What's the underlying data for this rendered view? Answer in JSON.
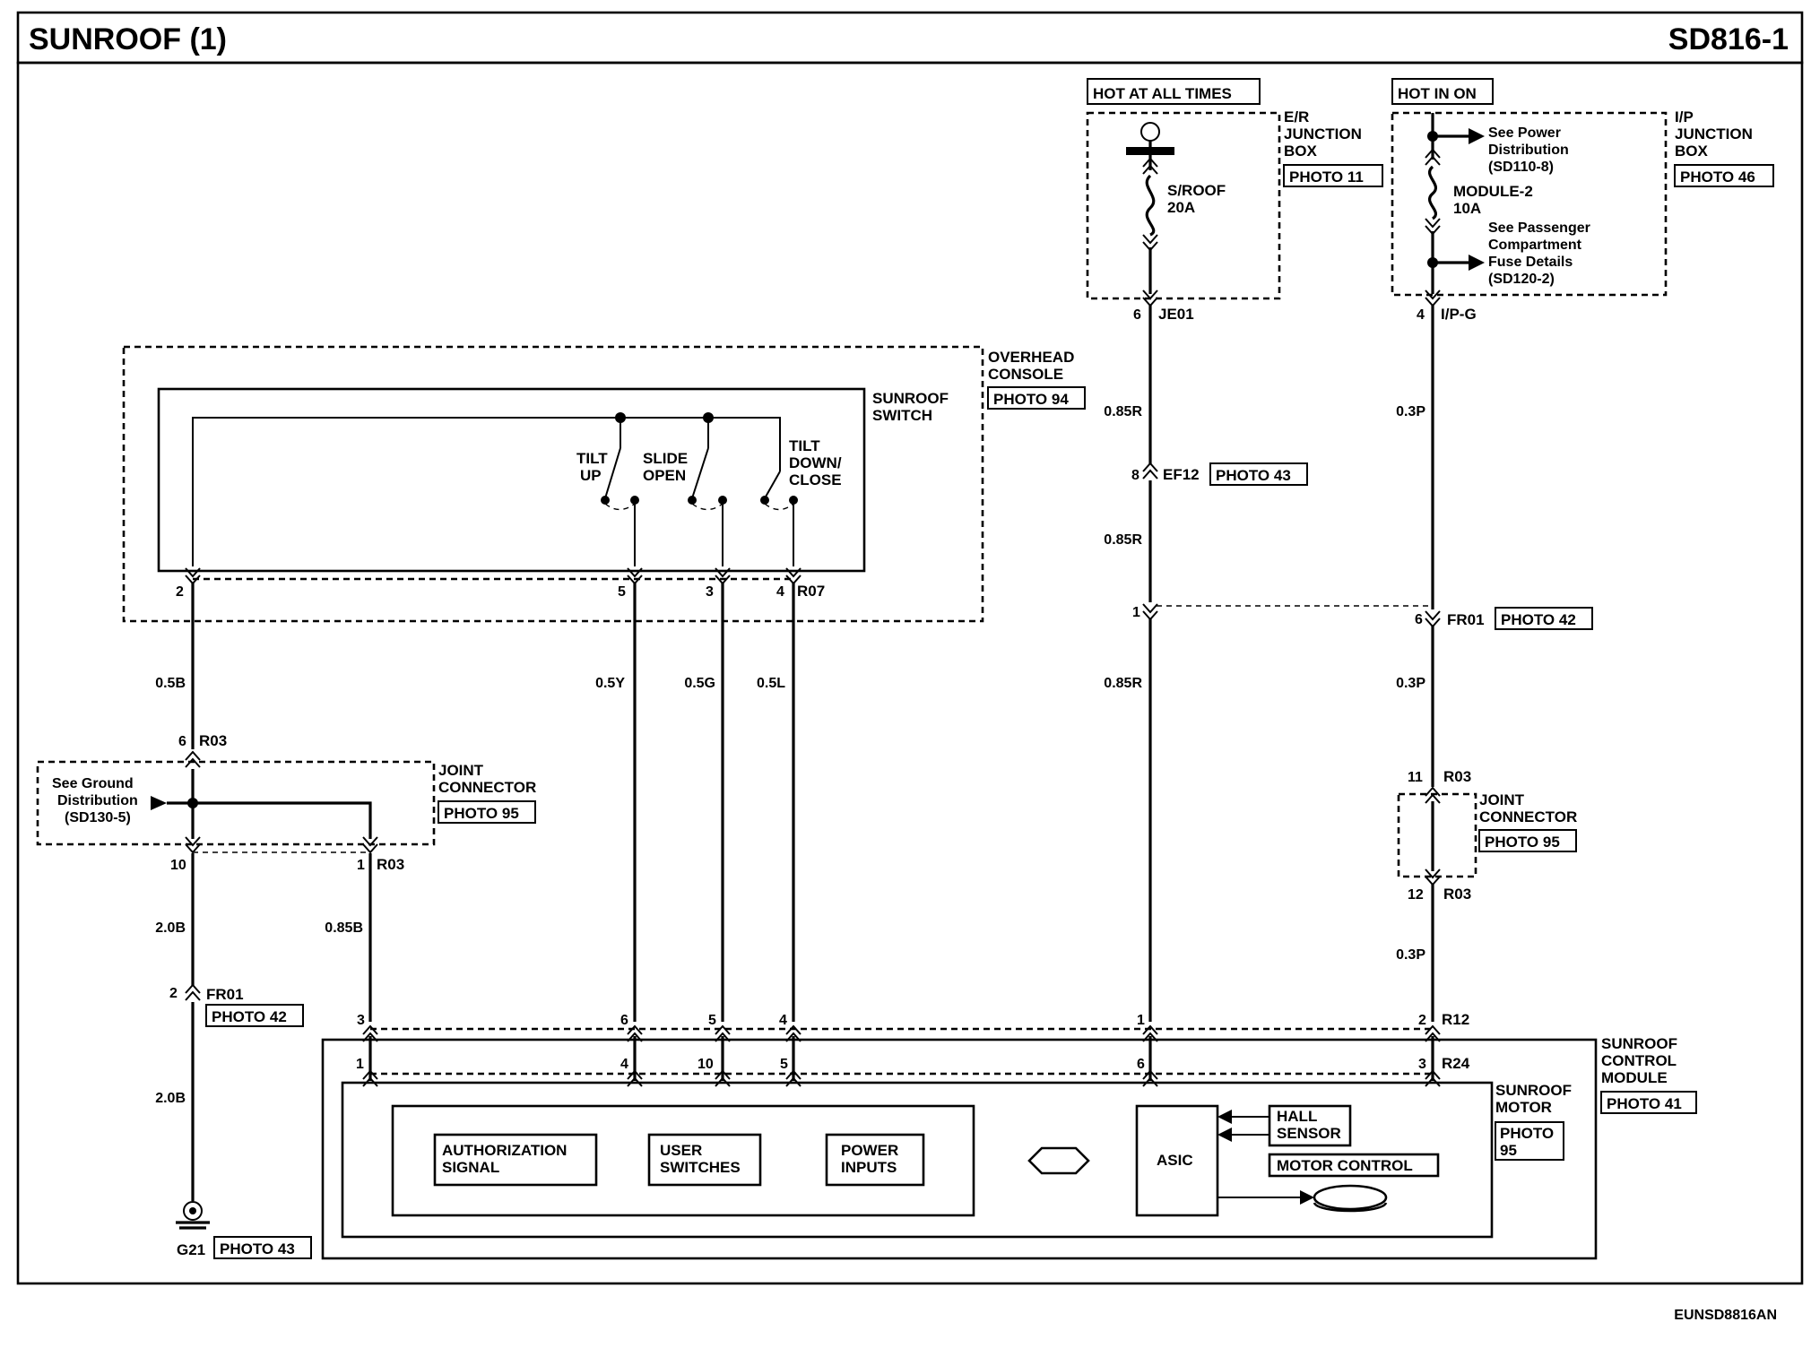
{
  "header": {
    "title": "SUNROOF (1)",
    "code": "SD816-1"
  },
  "footer": {
    "doc_code": "EUNSD8816AN"
  },
  "power": {
    "hot_all_times": "HOT AT ALL TIMES",
    "hot_in_on": "HOT IN ON",
    "er_box": [
      "E/R",
      "JUNCTION",
      "BOX"
    ],
    "er_photo": "PHOTO 11",
    "sroof_fuse": [
      "S/ROOF",
      "20A"
    ],
    "ip_box": [
      "I/P",
      "JUNCTION",
      "BOX"
    ],
    "ip_photo": "PHOTO 46",
    "see_power": [
      "See Power",
      "Distribution",
      "(SD110-8)"
    ],
    "module_fuse": [
      "MODULE-2",
      "10A"
    ],
    "see_passenger": [
      "See Passenger",
      "Compartment",
      "Fuse Details",
      "(SD120-2)"
    ]
  },
  "overhead": {
    "console": [
      "OVERHEAD",
      "CONSOLE"
    ],
    "console_photo": "PHOTO 94",
    "switch": [
      "SUNROOF",
      "SWITCH"
    ],
    "tilt_up": [
      "TILT",
      "UP"
    ],
    "slide_open": [
      "SLIDE",
      "OPEN"
    ],
    "tilt_down": [
      "TILT",
      "DOWN/",
      "CLOSE"
    ],
    "pins": [
      "2",
      "5",
      "3",
      "4"
    ],
    "connector": "R07"
  },
  "joint_left": {
    "label": [
      "JOINT",
      "CONNECTOR"
    ],
    "photo": "PHOTO 95",
    "see_ground": [
      "See Ground",
      "Distribution",
      "(SD130-5)"
    ],
    "top_pin": "6",
    "top_conn": "R03",
    "bot_pin_left": "10",
    "bot_pin_right": "1",
    "bot_conn": "R03"
  },
  "joint_right": {
    "label": [
      "JOINT",
      "CONNECTOR"
    ],
    "photo": "PHOTO 95",
    "top_pin": "11",
    "top_conn": "R03",
    "bot_pin": "12",
    "bot_conn": "R03"
  },
  "wires": {
    "w05b": "0.5B",
    "w05y": "0.5Y",
    "w05g": "0.5G",
    "w05l": "0.5L",
    "w20b_a": "2.0B",
    "w20b_b": "2.0B",
    "w085b": "0.85B",
    "w085r_a": "0.85R",
    "w085r_b": "0.85R",
    "w085r_c": "0.85R",
    "w03p_a": "0.3P",
    "w03p_b": "0.3P",
    "w03p_c": "0.3P"
  },
  "connectors": {
    "je01_pin": "6",
    "je01": "JE01",
    "ipg_pin": "4",
    "ipg": "I/P-G",
    "ef12_pin": "8",
    "ef12": "EF12",
    "ef12_photo": "PHOTO 43",
    "fr01r_pin_left": "1",
    "fr01r_pin_right": "6",
    "fr01r": "FR01",
    "fr01r_photo": "PHOTO 42",
    "fr01l_pin": "2",
    "fr01l": "FR01",
    "fr01l_photo": "PHOTO 42",
    "g21": "G21",
    "g21_photo": "PHOTO 43",
    "r12_pins": [
      "3",
      "6",
      "5",
      "4",
      "1",
      "2"
    ],
    "r12": "R12",
    "r24_pins": [
      "1",
      "4",
      "10",
      "5",
      "6",
      "3"
    ],
    "r24": "R24"
  },
  "module": {
    "label": [
      "SUNROOF",
      "CONTROL",
      "MODULE"
    ],
    "photo": "PHOTO 41",
    "motor_label": [
      "SUNROOF",
      "MOTOR"
    ],
    "motor_photo": [
      "PHOTO",
      "95"
    ],
    "auth": [
      "AUTHORIZATION",
      "SIGNAL"
    ],
    "user": [
      "USER",
      "SWITCHES"
    ],
    "power": [
      "POWER",
      "INPUTS"
    ],
    "asic": "ASIC",
    "hall": [
      "HALL",
      "SENSOR"
    ],
    "motor_control": "MOTOR CONTROL"
  }
}
